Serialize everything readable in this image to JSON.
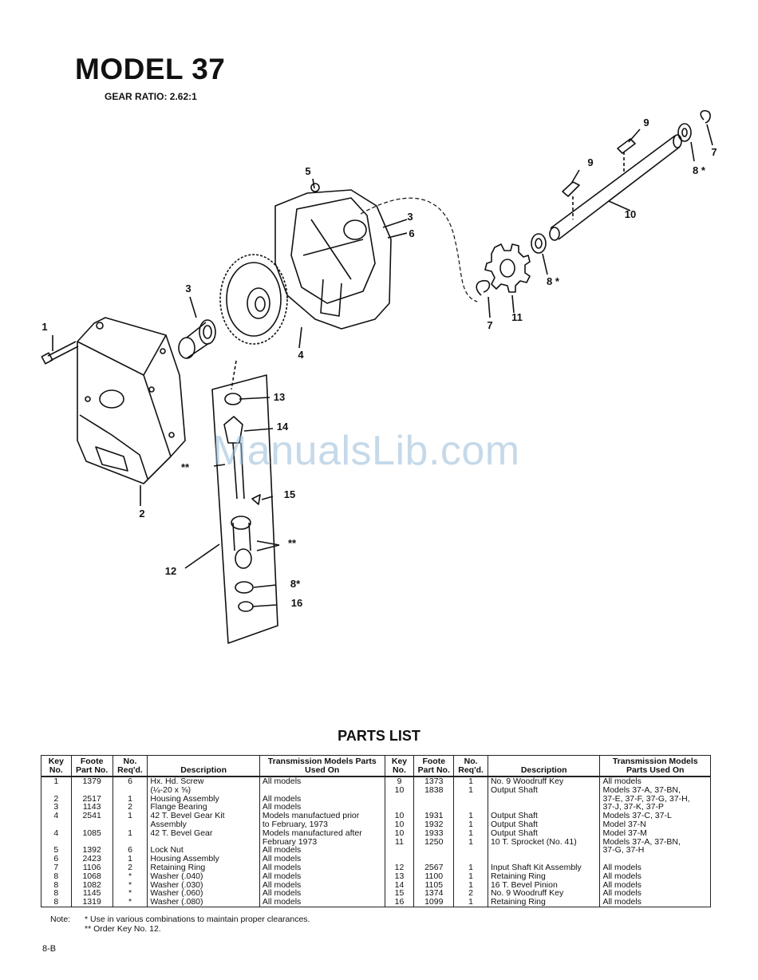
{
  "header": {
    "title": "MODEL 37",
    "gear_ratio": "GEAR RATIO:  2.62:1"
  },
  "diagram": {
    "callouts": {
      "c1": "1",
      "c2": "2",
      "c3a": "3",
      "c3b": "3",
      "c4": "4",
      "c5": "5",
      "c6": "6",
      "c7a": "7",
      "c7b": "7",
      "c8a": "8 *",
      "c8b": "8 *",
      "c8c": "8*",
      "c9a": "9",
      "c9b": "9",
      "c10": "10",
      "c11": "11",
      "c12": "12",
      "c13": "13",
      "c14": "14",
      "c15": "15",
      "c16": "16",
      "cstar1": "**",
      "cstar2": "**"
    },
    "watermark": "ManualsLib.com"
  },
  "parts_list": {
    "title": "PARTS LIST",
    "headers": {
      "key": "Key No.",
      "foote": "Foote Part No.",
      "req": "No. Req'd.",
      "description": "Description",
      "models": "Transmission Models Parts Used On"
    },
    "left": [
      {
        "key": "1",
        "part": "1379",
        "req": "6",
        "desc": "Hx. Hd. Screw",
        "desc2": "(¼-20 x ⅝)",
        "models": "All models",
        "models2": ""
      },
      {
        "key": "2",
        "part": "2517",
        "req": "1",
        "desc": "Housing Assembly",
        "desc2": "",
        "models": "All models",
        "models2": ""
      },
      {
        "key": "3",
        "part": "1143",
        "req": "2",
        "desc": "Flange Bearing",
        "desc2": "",
        "models": "All models",
        "models2": ""
      },
      {
        "key": "4",
        "part": "2541",
        "req": "1",
        "desc": "42 T. Bevel Gear Kit",
        "desc2": "Assembly",
        "models": "Models manufactued prior",
        "models2": "to February, 1973"
      },
      {
        "key": "4",
        "part": "1085",
        "req": "1",
        "desc": "42 T. Bevel Gear",
        "desc2": "",
        "models": "Models manufactured after",
        "models2": "February 1973"
      },
      {
        "key": "5",
        "part": "1392",
        "req": "6",
        "desc": "Lock Nut",
        "desc2": "",
        "models": "All models",
        "models2": ""
      },
      {
        "key": "6",
        "part": "2423",
        "req": "1",
        "desc": "Housing Assembly",
        "desc2": "",
        "models": "All models",
        "models2": ""
      },
      {
        "key": "7",
        "part": "1106",
        "req": "2",
        "desc": "Retaining Ring",
        "desc2": "",
        "models": "All models",
        "models2": ""
      },
      {
        "key": "8",
        "part": "1068",
        "req": "*",
        "desc": "Washer (.040)",
        "desc2": "",
        "models": "All models",
        "models2": ""
      },
      {
        "key": "8",
        "part": "1082",
        "req": "*",
        "desc": "Washer (.030)",
        "desc2": "",
        "models": "All models",
        "models2": ""
      },
      {
        "key": "8",
        "part": "1145",
        "req": "*",
        "desc": "Washer (.060)",
        "desc2": "",
        "models": "All models",
        "models2": ""
      },
      {
        "key": "8",
        "part": "1319",
        "req": "*",
        "desc": "Washer (.080)",
        "desc2": "",
        "models": "All models",
        "models2": ""
      }
    ],
    "right": [
      {
        "key": "9",
        "part": "1373",
        "req": "1",
        "desc": "No. 9 Woodruff Key",
        "models": "All models"
      },
      {
        "key": "10",
        "part": "1838",
        "req": "1",
        "desc": "Output Shaft",
        "models": "Models 37-A, 37-BN,"
      },
      {
        "key": "",
        "part": "",
        "req": "",
        "desc": "",
        "models": "37-E, 37-F, 37-G, 37-H,"
      },
      {
        "key": "",
        "part": "",
        "req": "",
        "desc": "",
        "models": "37-J, 37-K, 37-P"
      },
      {
        "key": "10",
        "part": "1931",
        "req": "1",
        "desc": "Output Shaft",
        "models": "Models 37-C, 37-L"
      },
      {
        "key": "10",
        "part": "1932",
        "req": "1",
        "desc": "Output Shaft",
        "models": "Model 37-N"
      },
      {
        "key": "10",
        "part": "1933",
        "req": "1",
        "desc": "Output Shaft",
        "models": "Model 37-M"
      },
      {
        "key": "11",
        "part": "1250",
        "req": "1",
        "desc": "10 T. Sprocket (No. 41)",
        "models": "Models 37-A, 37-BN,"
      },
      {
        "key": "",
        "part": "",
        "req": "",
        "desc": "",
        "models": "37-G, 37-H"
      },
      {
        "key": "12",
        "part": "2567",
        "req": "1",
        "desc": "Input Shaft Kit Assembly",
        "models": "All models"
      },
      {
        "key": "13",
        "part": "1100",
        "req": "1",
        "desc": "Retaining Ring",
        "models": "All models"
      },
      {
        "key": "14",
        "part": "1105",
        "req": "1",
        "desc": "16 T. Bevel Pinion",
        "models": "All models"
      },
      {
        "key": "15",
        "part": "1374",
        "req": "2",
        "desc": "No. 9 Woodruff Key",
        "models": "All models"
      },
      {
        "key": "16",
        "part": "1099",
        "req": "1",
        "desc": "Retaining Ring",
        "models": "All models"
      }
    ]
  },
  "notes": {
    "label": "Note:",
    "line1": "* Use in various combinations to maintain proper clearances.",
    "line2": "** Order Key No. 12."
  },
  "footer": {
    "page_number": "8-B"
  }
}
